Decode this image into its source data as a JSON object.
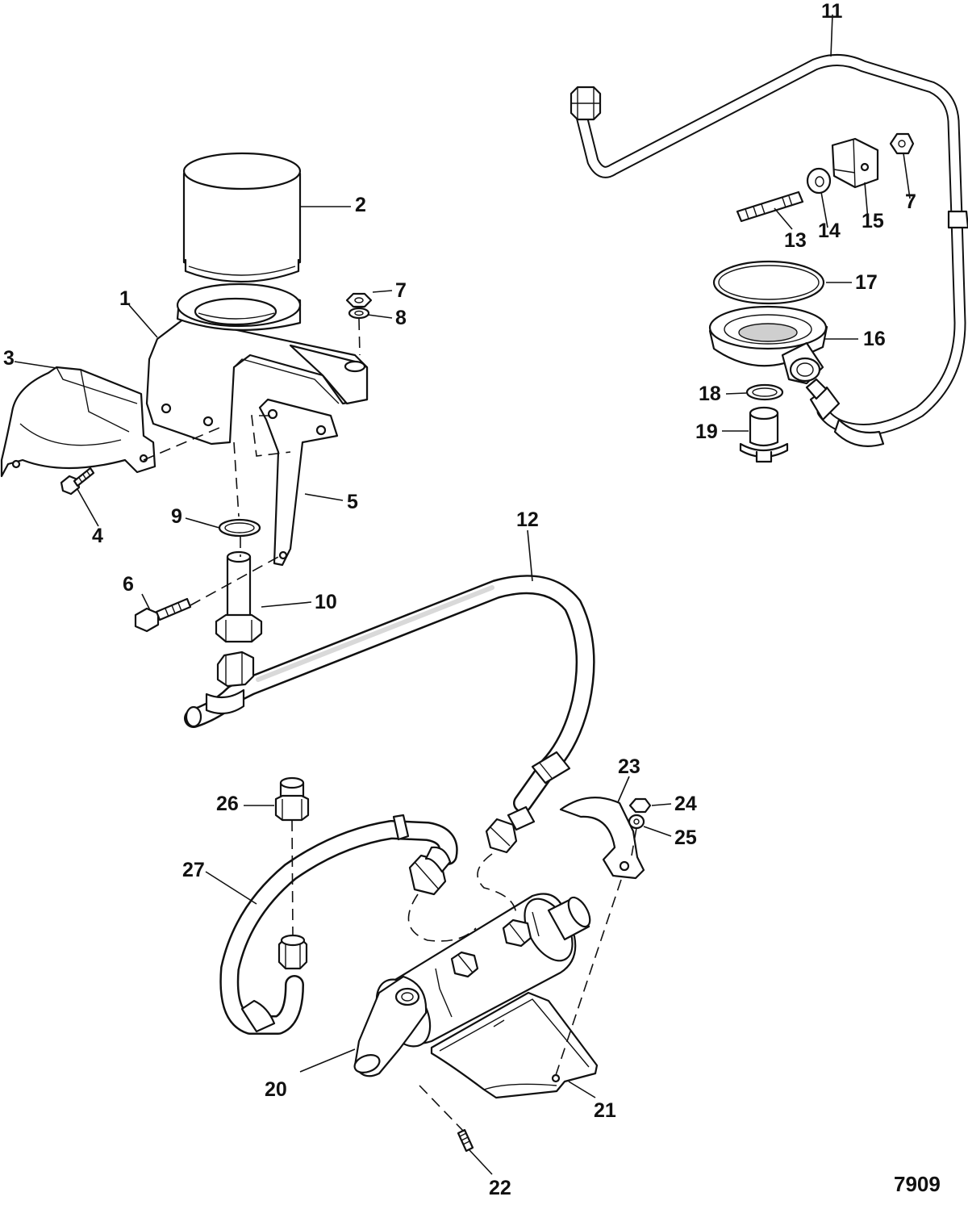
{
  "callouts": {
    "c1": "1",
    "c2": "2",
    "c3": "3",
    "c4": "4",
    "c5": "5",
    "c6": "6",
    "c7a": "7",
    "c7b": "7",
    "c8": "8",
    "c9": "9",
    "c10": "10",
    "c11": "11",
    "c12": "12",
    "c13": "13",
    "c14": "14",
    "c15": "15",
    "c16": "16",
    "c17": "17",
    "c18": "18",
    "c19": "19",
    "c20": "20",
    "c21": "21",
    "c22": "22",
    "c23": "23",
    "c24": "24",
    "c25": "25",
    "c26": "26",
    "c27": "27"
  },
  "figure_number": "7909",
  "colors": {
    "line": "#111111",
    "background": "#ffffff",
    "shading": "#cfcfcf"
  }
}
